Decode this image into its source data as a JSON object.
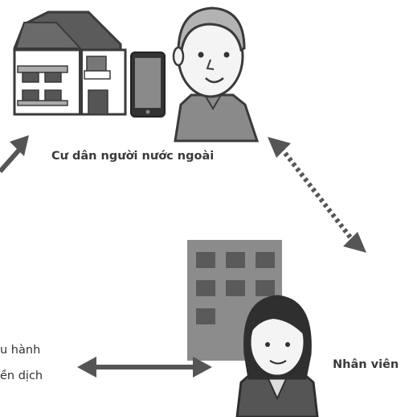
{
  "labels": {
    "resident": "Cư dân người nước ngoài",
    "left_line1": "u hành",
    "left_line2": "ền dịch",
    "staff": "Nhân viên"
  },
  "colors": {
    "arrow": "#555555",
    "house_wall": "#ffffff",
    "roof": "#5b5b5b",
    "building": "#8c8c8c",
    "skin": "#f4f4f4",
    "hair_man": "#b3b3b3",
    "hair_woman": "#2f2f2f"
  },
  "icons": [
    "house-icon",
    "smartphone-icon",
    "man-avatar-icon",
    "office-building-icon",
    "woman-staff-icon"
  ]
}
